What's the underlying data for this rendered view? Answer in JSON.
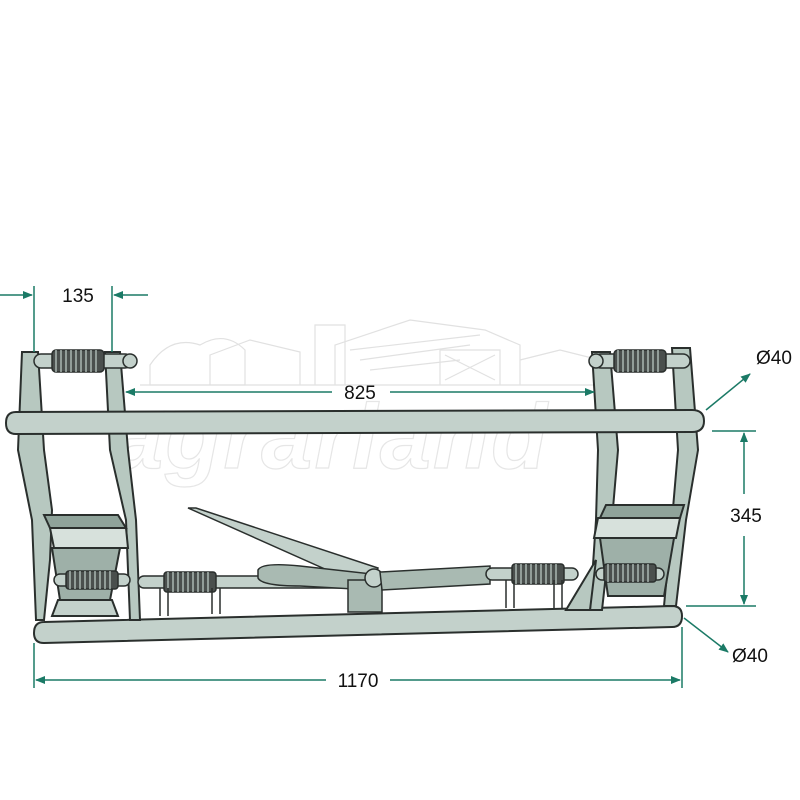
{
  "watermark": {
    "text": "agrarland"
  },
  "dimensions": {
    "width_top": "135",
    "inner_width": "825",
    "height": "345",
    "overall_length": "1170",
    "diameter_top": "Ø40",
    "diameter_bottom": "Ø40"
  },
  "colors": {
    "frame_fill": "#c3d1cb",
    "frame_dark": "#8fa39a",
    "outline": "#2a2f2d",
    "dimension_line": "#1b7a66",
    "spring_fill": "#4a4f4d"
  }
}
